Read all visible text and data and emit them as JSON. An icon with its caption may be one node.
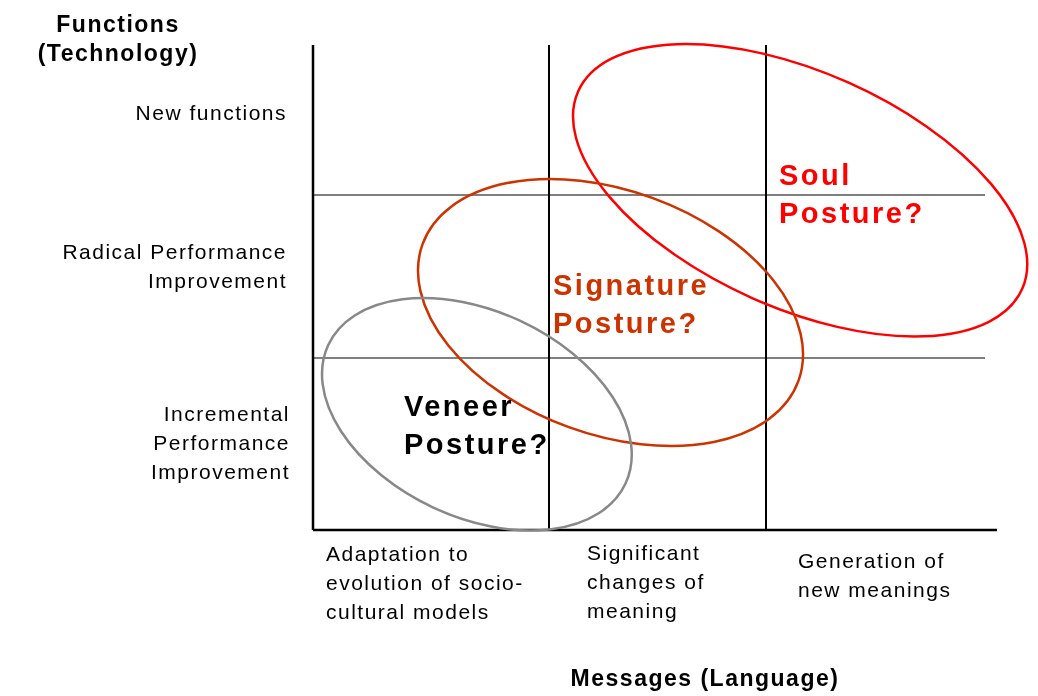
{
  "diagram": {
    "nodes": [
      {
        "text": [
          "Soul Posture?"
        ]
      },
      {
        "text": [
          "Signature Posture?"
        ]
      },
      {
        "text": [
          "Veneer Posture?"
        ]
      }
    ],
    "labels": [
      "Functions (Technology)",
      "New functions",
      "Radical Performance Improvement",
      "Incremental Performance Improvement",
      "Adaptation to evolution of socio- cultural models",
      "Significant changes of meaning",
      "Generation of new meanings",
      "Messages (Language)"
    ]
  }
}
